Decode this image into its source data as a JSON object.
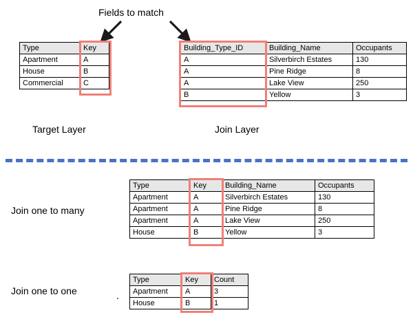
{
  "annotations": {
    "fields_to_match": "Fields to match",
    "target_layer": "Target Layer",
    "join_layer": "Join Layer",
    "join_one_to_many": "Join one to many",
    "join_one_to_one": "Join one to one"
  },
  "colors": {
    "highlight": "#ef7f78",
    "divider": "#4a72c4",
    "header_fill": "#e7e7e7",
    "border": "#000000",
    "text": "#000000"
  },
  "target_table": {
    "name": "Target Layer table",
    "columns": [
      "Type",
      "Key"
    ],
    "rows": [
      [
        "Apartment",
        "A"
      ],
      [
        "House",
        "B"
      ],
      [
        "Commercial",
        "C"
      ]
    ],
    "highlighted_column": "Key"
  },
  "join_table": {
    "name": "Join Layer table",
    "columns": [
      "Building_Type_ID",
      "Building_Name",
      "Occupants"
    ],
    "rows": [
      [
        "A",
        "Silverbirch Estates",
        "130"
      ],
      [
        "A",
        "Pine Ridge",
        "8"
      ],
      [
        "A",
        "Lake View",
        "250"
      ],
      [
        "B",
        "Yellow",
        "3"
      ]
    ],
    "highlighted_column": "Building_Type_ID"
  },
  "one_to_many_table": {
    "name": "Join one to many result table",
    "columns": [
      "Type",
      "Key",
      "Building_Name",
      "Occupants"
    ],
    "rows": [
      [
        "Apartment",
        "A",
        "Silverbirch Estates",
        "130"
      ],
      [
        "Apartment",
        "A",
        "Pine Ridge",
        "8"
      ],
      [
        "Apartment",
        "A",
        "Lake View",
        "250"
      ],
      [
        "House",
        "B",
        "Yellow",
        "3"
      ]
    ],
    "highlighted_column": "Key"
  },
  "one_to_one_table": {
    "name": "Join one to one result table",
    "columns": [
      "Type",
      "Key",
      "Count"
    ],
    "rows": [
      [
        "Apartment",
        "A",
        "3"
      ],
      [
        "House",
        "B",
        "1"
      ]
    ],
    "highlighted_column": "Key"
  },
  "arrows": [
    {
      "name": "arrow-to-target-key",
      "direction": "down-left"
    },
    {
      "name": "arrow-to-join-key",
      "direction": "down-right"
    }
  ]
}
